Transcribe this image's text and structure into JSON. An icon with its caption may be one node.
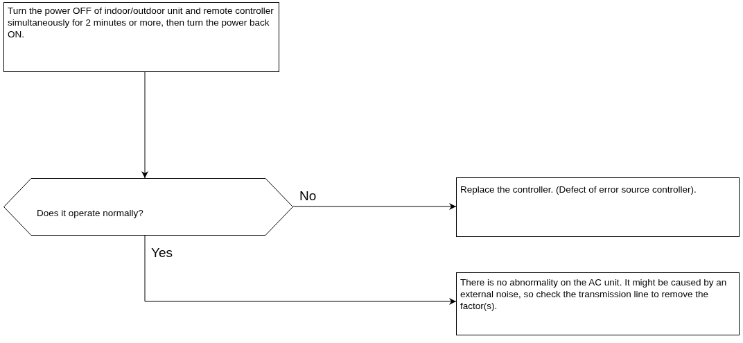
{
  "diagram": {
    "nodes": [
      {
        "text": [
          "Turn the power OFF of indoor/outdoor unit and remote controller simultaneously for 2 minutes or more, then turn the power back ON."
        ]
      },
      {
        "text": [
          "Does it operate normally?"
        ]
      },
      {
        "text": [
          "Replace the controller. (Defect of error source controller)."
        ]
      },
      {
        "text": [
          "There is no abnormality on the AC unit. It might be caused by an external noise, so check the transmission line to remove the factor(s)."
        ]
      }
    ],
    "edges": [
      {
        "from": 0,
        "to": 1,
        "arrow": "to"
      },
      {
        "from": 1,
        "to": 2,
        "arrow": "to",
        "label": "No"
      },
      {
        "from": 1,
        "to": 3,
        "arrow": "to",
        "label": "Yes"
      }
    ]
  }
}
